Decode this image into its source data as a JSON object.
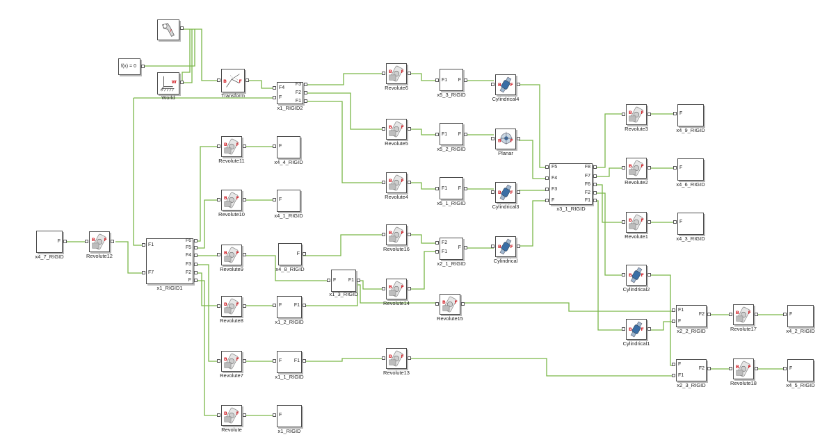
{
  "blocks": {
    "solver": {
      "label": ""
    },
    "fx": {
      "text": "f(x) = 0"
    },
    "world": {
      "label": "World",
      "port": "W"
    },
    "transform": {
      "label": "Transform",
      "b": "B",
      "f": "F"
    },
    "rigid2": {
      "label": "x1_RIGID2",
      "ports": [
        "F3",
        "F2",
        "F1",
        "F4",
        "F"
      ]
    },
    "rev6": {
      "label": "Revolute6"
    },
    "rev5": {
      "label": "Revolute5"
    },
    "rev4": {
      "label": "Revolute4"
    },
    "x53": {
      "label": "x5_3_RIGID",
      "ports": [
        "F1",
        "F"
      ]
    },
    "x52": {
      "label": "x5_2_RIGID",
      "ports": [
        "F1",
        "F"
      ]
    },
    "x51": {
      "label": "x5_1_RIGID",
      "ports": [
        "F1",
        "F"
      ]
    },
    "cyl4": {
      "label": "Cylindrical4"
    },
    "planar": {
      "label": "Planar"
    },
    "cyl3": {
      "label": "Cylindrical3"
    },
    "x31": {
      "label": "x3_1_RIGID",
      "ports_left": [
        "F5",
        "F4",
        "F3",
        "F"
      ],
      "ports_right": [
        "F8",
        "F7",
        "F6",
        "F2",
        "F1"
      ]
    },
    "rev3": {
      "label": "Revolute3"
    },
    "rev2": {
      "label": "Revolute2"
    },
    "rev1": {
      "label": "Revolute1"
    },
    "x49": {
      "label": "x4_9_RIGID",
      "port": "F"
    },
    "x46": {
      "label": "x4_6_RIGID",
      "port": "F"
    },
    "x43": {
      "label": "x4_3_RIGID",
      "port": "F"
    },
    "x47": {
      "label": "x4_7_RIGID",
      "port": "F"
    },
    "rev12": {
      "label": "Revolute12"
    },
    "rigid1": {
      "label": "x1_RIGID1",
      "ports_left": [
        "F1",
        "F7"
      ],
      "ports_right": [
        "F6",
        "F5",
        "F4",
        "F3",
        "F2",
        "F"
      ]
    },
    "rev11": {
      "label": "Revolute11"
    },
    "x44": {
      "label": "x4_4_RIGID",
      "port": "F"
    },
    "rev10": {
      "label": "Revolute10"
    },
    "x41": {
      "label": "x4_1_RIGID",
      "port": "F"
    },
    "rev9": {
      "label": "Revolute9"
    },
    "x48": {
      "label": "x4_8_RIGID",
      "port": "F"
    },
    "rev16": {
      "label": "Revolute16"
    },
    "x21": {
      "label": "x2_1_RIGID",
      "ports": [
        "F2",
        "F1",
        "F"
      ]
    },
    "cyl": {
      "label": "Cylindrical"
    },
    "x13": {
      "label": "x1_3_RIGID",
      "ports": [
        "F",
        "F1"
      ]
    },
    "rev14": {
      "label": "Revolute14"
    },
    "rev15": {
      "label": "Revolute15"
    },
    "rev8": {
      "label": "Revolute8"
    },
    "x12": {
      "label": "x1_2_RIGID",
      "ports": [
        "F",
        "F1"
      ]
    },
    "rev7": {
      "label": "Revolute7"
    },
    "x11": {
      "label": "x1_1_RIGID",
      "ports": [
        "F",
        "F1"
      ]
    },
    "rev13": {
      "label": "Revolute13"
    },
    "rev": {
      "label": "Revolute"
    },
    "x1": {
      "label": "x1_RIGID",
      "port": "F"
    },
    "cyl2": {
      "label": "Cylindrical2"
    },
    "cyl1": {
      "label": "Cylindrical1"
    },
    "x22": {
      "label": "x2_2_RIGID",
      "ports": [
        "F1",
        "F",
        "F2"
      ]
    },
    "x23": {
      "label": "x2_3_RIGID",
      "ports": [
        "F",
        "F1",
        "F2"
      ]
    },
    "rev17": {
      "label": "Revolute17"
    },
    "rev18": {
      "label": "Revolute18"
    },
    "x42": {
      "label": "x4_2_RIGID",
      "port": "F"
    },
    "x45": {
      "label": "x4_5_RIGID",
      "port": "F"
    }
  },
  "colors": {
    "wire": "#7ab648",
    "joint_red": "#d2232a",
    "cyl_blue": "#3a6ea5"
  }
}
